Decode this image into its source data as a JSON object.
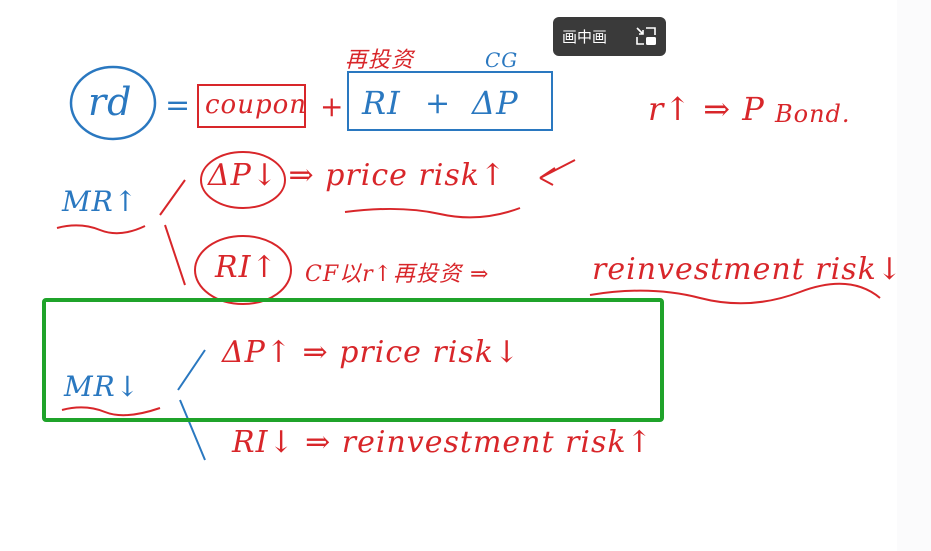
{
  "pip_button": {
    "label": "画中画",
    "icon": "picture-in-picture-icon"
  },
  "whiteboard": {
    "rd": "rd",
    "equals": "=",
    "coupon": "coupon",
    "plus1": "+",
    "ri": "RI",
    "plus2": "+",
    "dp": "ΔP",
    "reinvest_cn": "再投资",
    "cg": "CG",
    "r_up_pbond": "r↑ ⇒ P",
    "bond_sub": "Bond.",
    "mr_up": "MR↑",
    "mr_up_branch1": "ΔP↓ ⇒ price risk↑",
    "mr_up_branch2_ri": "RI↑",
    "mr_up_branch2_note": "CF以r↑再投资 ⇒",
    "mr_up_branch2_risk": "reinvestment risk↓",
    "mr_down": "MR↓",
    "mr_down_branch1": "ΔP↑ ⇒ price risk↓",
    "mr_down_branch2": "RI↓ ⇒ reinvestment risk↑"
  },
  "colors": {
    "red": "#d8262a",
    "blue": "#2a78c0",
    "highlight": "#1fa32a"
  }
}
